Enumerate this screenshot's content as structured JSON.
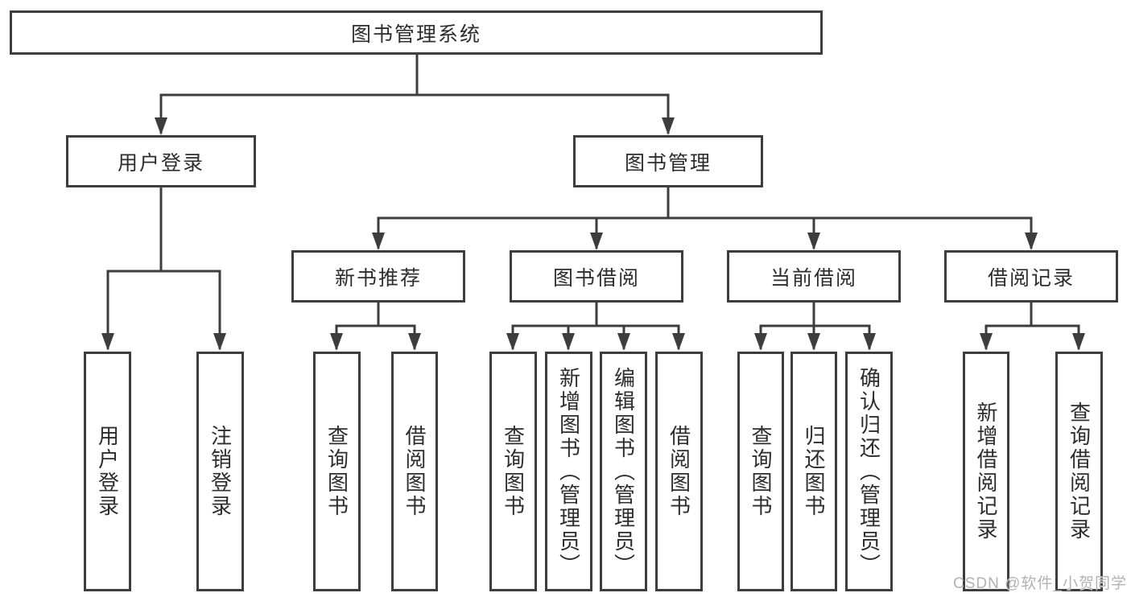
{
  "diagram": {
    "root": {
      "label": "图书管理系统"
    },
    "branches": [
      {
        "label": "用户登录",
        "children": [
          {
            "label": "用户登录"
          },
          {
            "label": "注销登录"
          }
        ]
      },
      {
        "label": "图书管理",
        "children": [
          {
            "label": "新书推荐",
            "children": [
              {
                "label": "查询图书"
              },
              {
                "label": "借阅图书"
              }
            ]
          },
          {
            "label": "图书借阅",
            "children": [
              {
                "label": "查询图书"
              },
              {
                "label": "新增图书（管理员）"
              },
              {
                "label": "编辑图书（管理员）"
              },
              {
                "label": "借阅图书"
              }
            ]
          },
          {
            "label": "当前借阅",
            "children": [
              {
                "label": "查询图书"
              },
              {
                "label": "归还图书"
              },
              {
                "label": "确认归还（管理员）"
              }
            ]
          },
          {
            "label": "借阅记录",
            "children": [
              {
                "label": "新增借阅记录"
              },
              {
                "label": "查询借阅记录"
              }
            ]
          }
        ]
      }
    ]
  },
  "watermark": {
    "text": "CSDN @软件_小贺同学"
  },
  "colors": {
    "line": "#3d3d3d",
    "box_border": "#3d3d3d",
    "text": "#2d2d2d",
    "watermark": "#b2b2b2",
    "background": "#ffffff"
  }
}
